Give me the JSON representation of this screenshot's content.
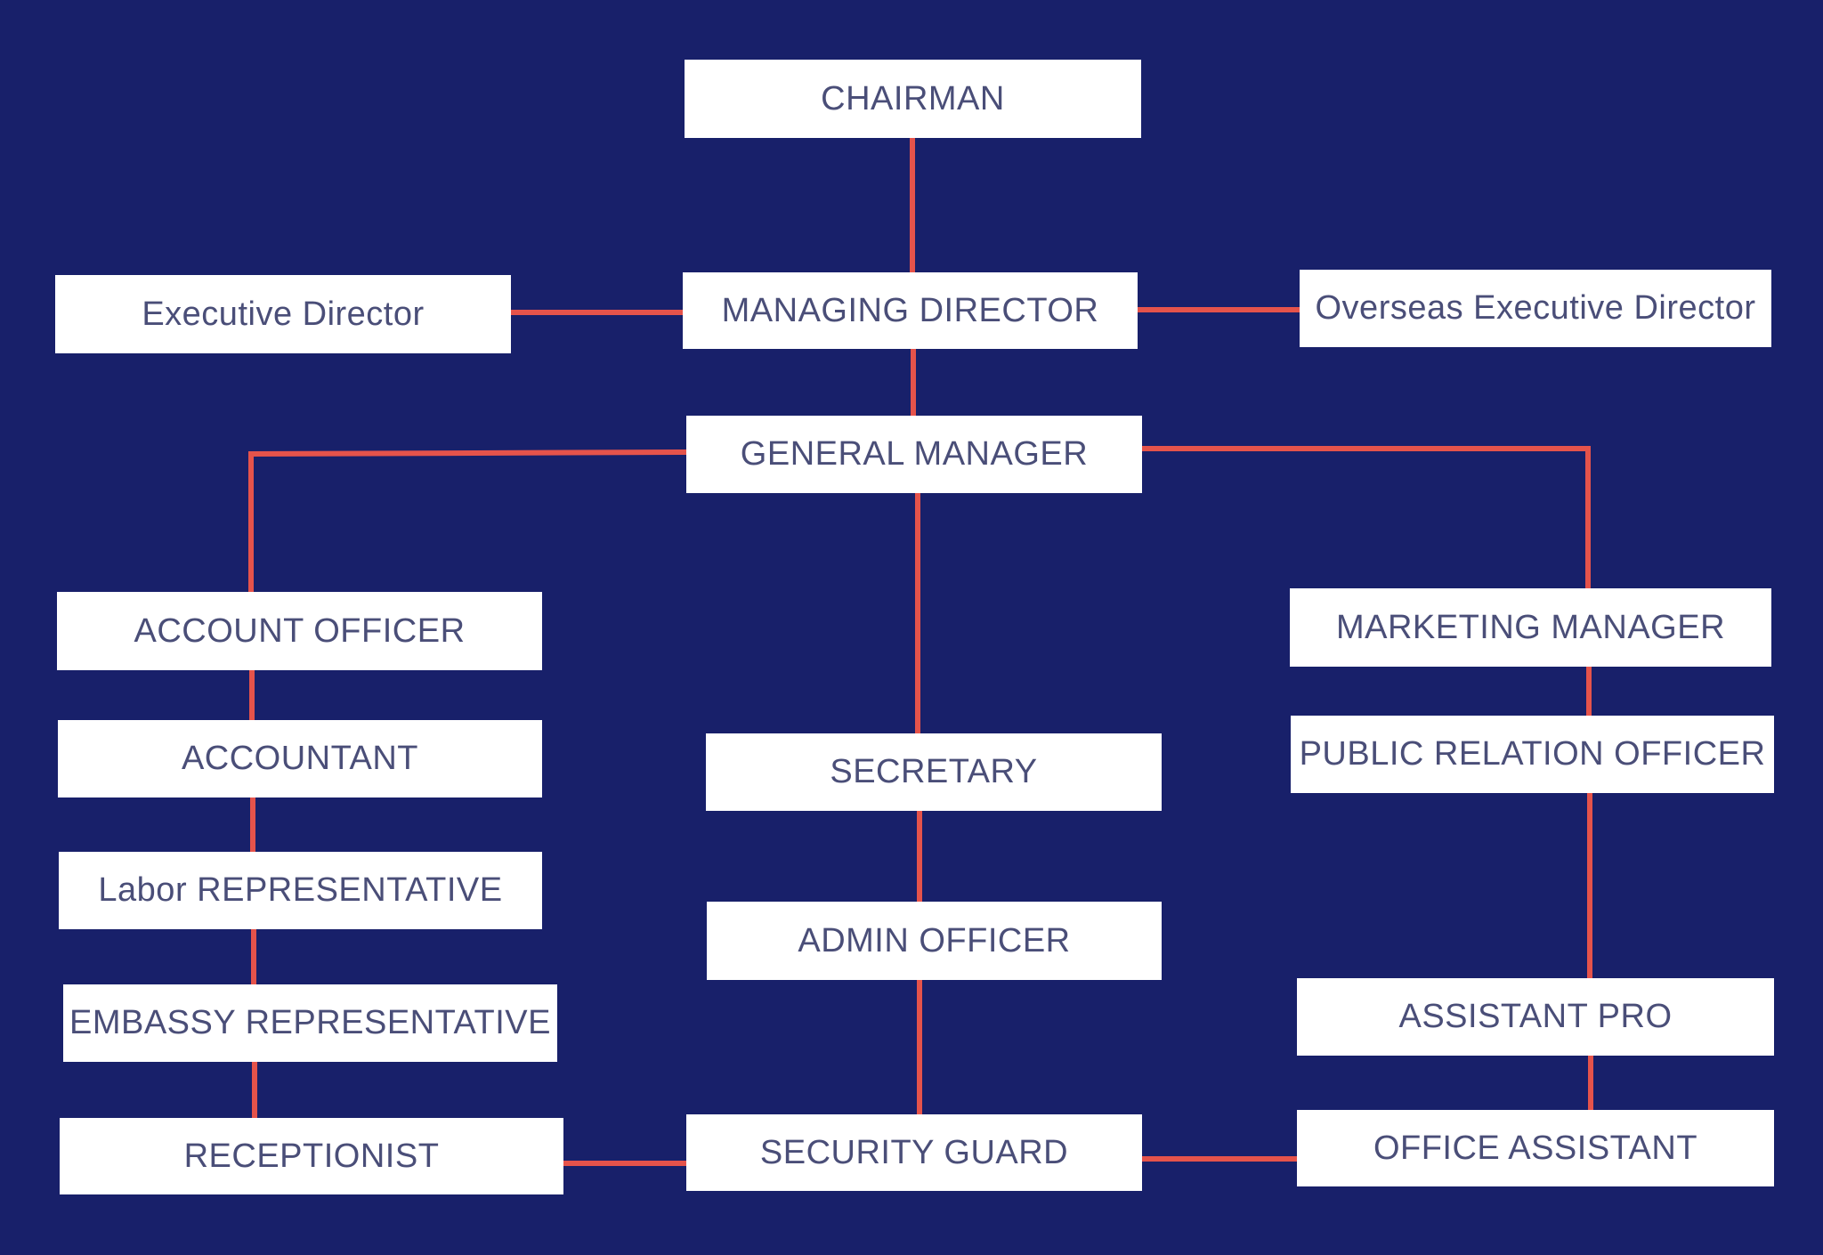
{
  "colors": {
    "background": "#18206a",
    "box_fill": "#ffffff",
    "box_text": "#4a4e78",
    "connector": "#e5534b"
  },
  "roles": {
    "chairman": "CHAIRMAN",
    "executive_director": "Executive Director",
    "managing_director": "MANAGING DIRECTOR",
    "overseas_executive_director": "Overseas Executive Director",
    "general_manager": "GENERAL MANAGER",
    "account_officer": "ACCOUNT OFFICER",
    "accountant": "ACCOUNTANT",
    "labor_representative": "Labor REPRESENTATIVE",
    "embassy_representative": "EMBASSY REPRESENTATIVE",
    "receptionist": "RECEPTIONIST",
    "secretary": "SECRETARY",
    "admin_officer": "ADMIN OFFICER",
    "security_guard": "SECURITY GUARD",
    "marketing_manager": "MARKETING MANAGER",
    "public_relation_officer": "PUBLIC RELATION OFFICER",
    "assistant_pro": "ASSISTANT PRO",
    "office_assistant": "OFFICE ASSISTANT"
  },
  "connections": [
    [
      "chairman",
      "managing_director"
    ],
    [
      "managing_director",
      "executive_director"
    ],
    [
      "managing_director",
      "overseas_executive_director"
    ],
    [
      "managing_director",
      "general_manager"
    ],
    [
      "general_manager",
      "account_officer"
    ],
    [
      "general_manager",
      "secretary"
    ],
    [
      "general_manager",
      "marketing_manager"
    ],
    [
      "account_officer",
      "accountant"
    ],
    [
      "accountant",
      "labor_representative"
    ],
    [
      "labor_representative",
      "embassy_representative"
    ],
    [
      "embassy_representative",
      "receptionist"
    ],
    [
      "secretary",
      "admin_officer"
    ],
    [
      "admin_officer",
      "security_guard"
    ],
    [
      "marketing_manager",
      "public_relation_officer"
    ],
    [
      "public_relation_officer",
      "assistant_pro"
    ],
    [
      "assistant_pro",
      "office_assistant"
    ],
    [
      "receptionist",
      "security_guard"
    ],
    [
      "security_guard",
      "office_assistant"
    ]
  ]
}
